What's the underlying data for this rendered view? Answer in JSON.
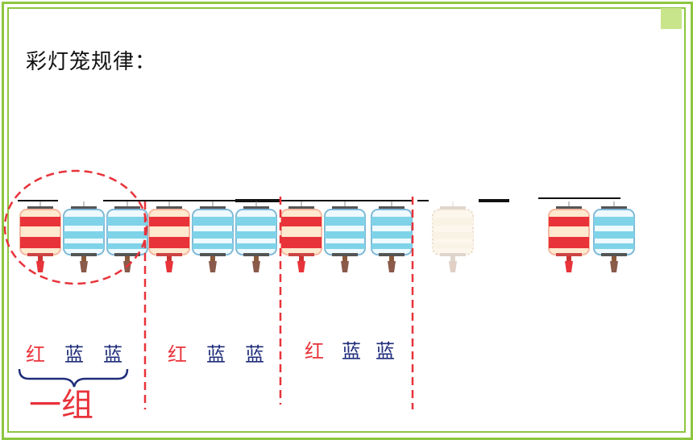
{
  "slide": {
    "title": "彩灯笼规律：",
    "group_label": "一组",
    "label_sets": [
      {
        "items": [
          "红",
          "蓝",
          "蓝"
        ]
      },
      {
        "items": [
          "红",
          "蓝",
          "蓝"
        ]
      },
      {
        "items": [
          "红",
          "蓝",
          "蓝"
        ]
      }
    ],
    "colors": {
      "frame": "#8dc63f",
      "accent_red": "#e8333a",
      "label_blue": "#1f2d7a",
      "lantern_blue": "#7fd3e8",
      "lantern_red": "#e8333a"
    }
  }
}
